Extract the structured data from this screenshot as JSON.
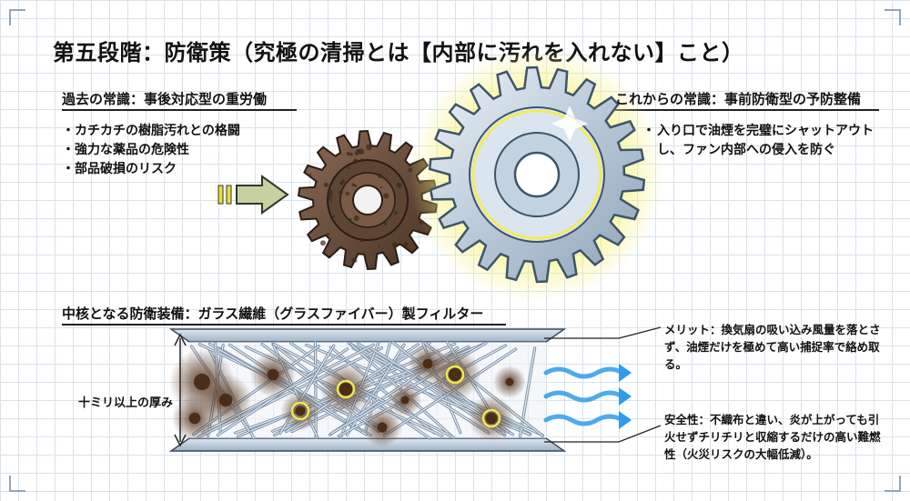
{
  "title": "第五段階：防衛策（究極の清掃とは【内部に汚れを入れない】こと）",
  "past": {
    "heading": "過去の常識：事後対応型の重労働",
    "items": [
      "カチカチの樹脂汚れとの格闘",
      "強力な薬品の危険性",
      "部品破損のリスク"
    ]
  },
  "future": {
    "heading": "これからの常識：事前防衛型の予防整備",
    "text": "入り口で油煙を完璧にシャットアウトし、ファン内部への侵入を防ぐ"
  },
  "core": {
    "heading": "中核となる防衛装備：ガラス繊維（グラスファイバー）製フィルター",
    "thickness": "十ミリ以上の厚み",
    "merit": "メリット：換気扇の吸い込み風量を落とさず、油煙だけを極めて高い捕捉率で絡め取る。",
    "safety": "安全性：不織布と違い、炎が上がっても引火せずチリチリと収縮するだけの高い難燃性（火災リスクの大幅低減）。"
  },
  "colors": {
    "grid": "#d9e2ec",
    "rust": "#6b4a36",
    "steel": "#c9d6e3",
    "glow": "#f4f06a",
    "airflow": "#2f9bea"
  },
  "icons": [
    "arrow-right-icon",
    "rusty-gear-icon",
    "clean-gear-icon",
    "airflow-arrow-icon",
    "thickness-arrow-icon"
  ]
}
